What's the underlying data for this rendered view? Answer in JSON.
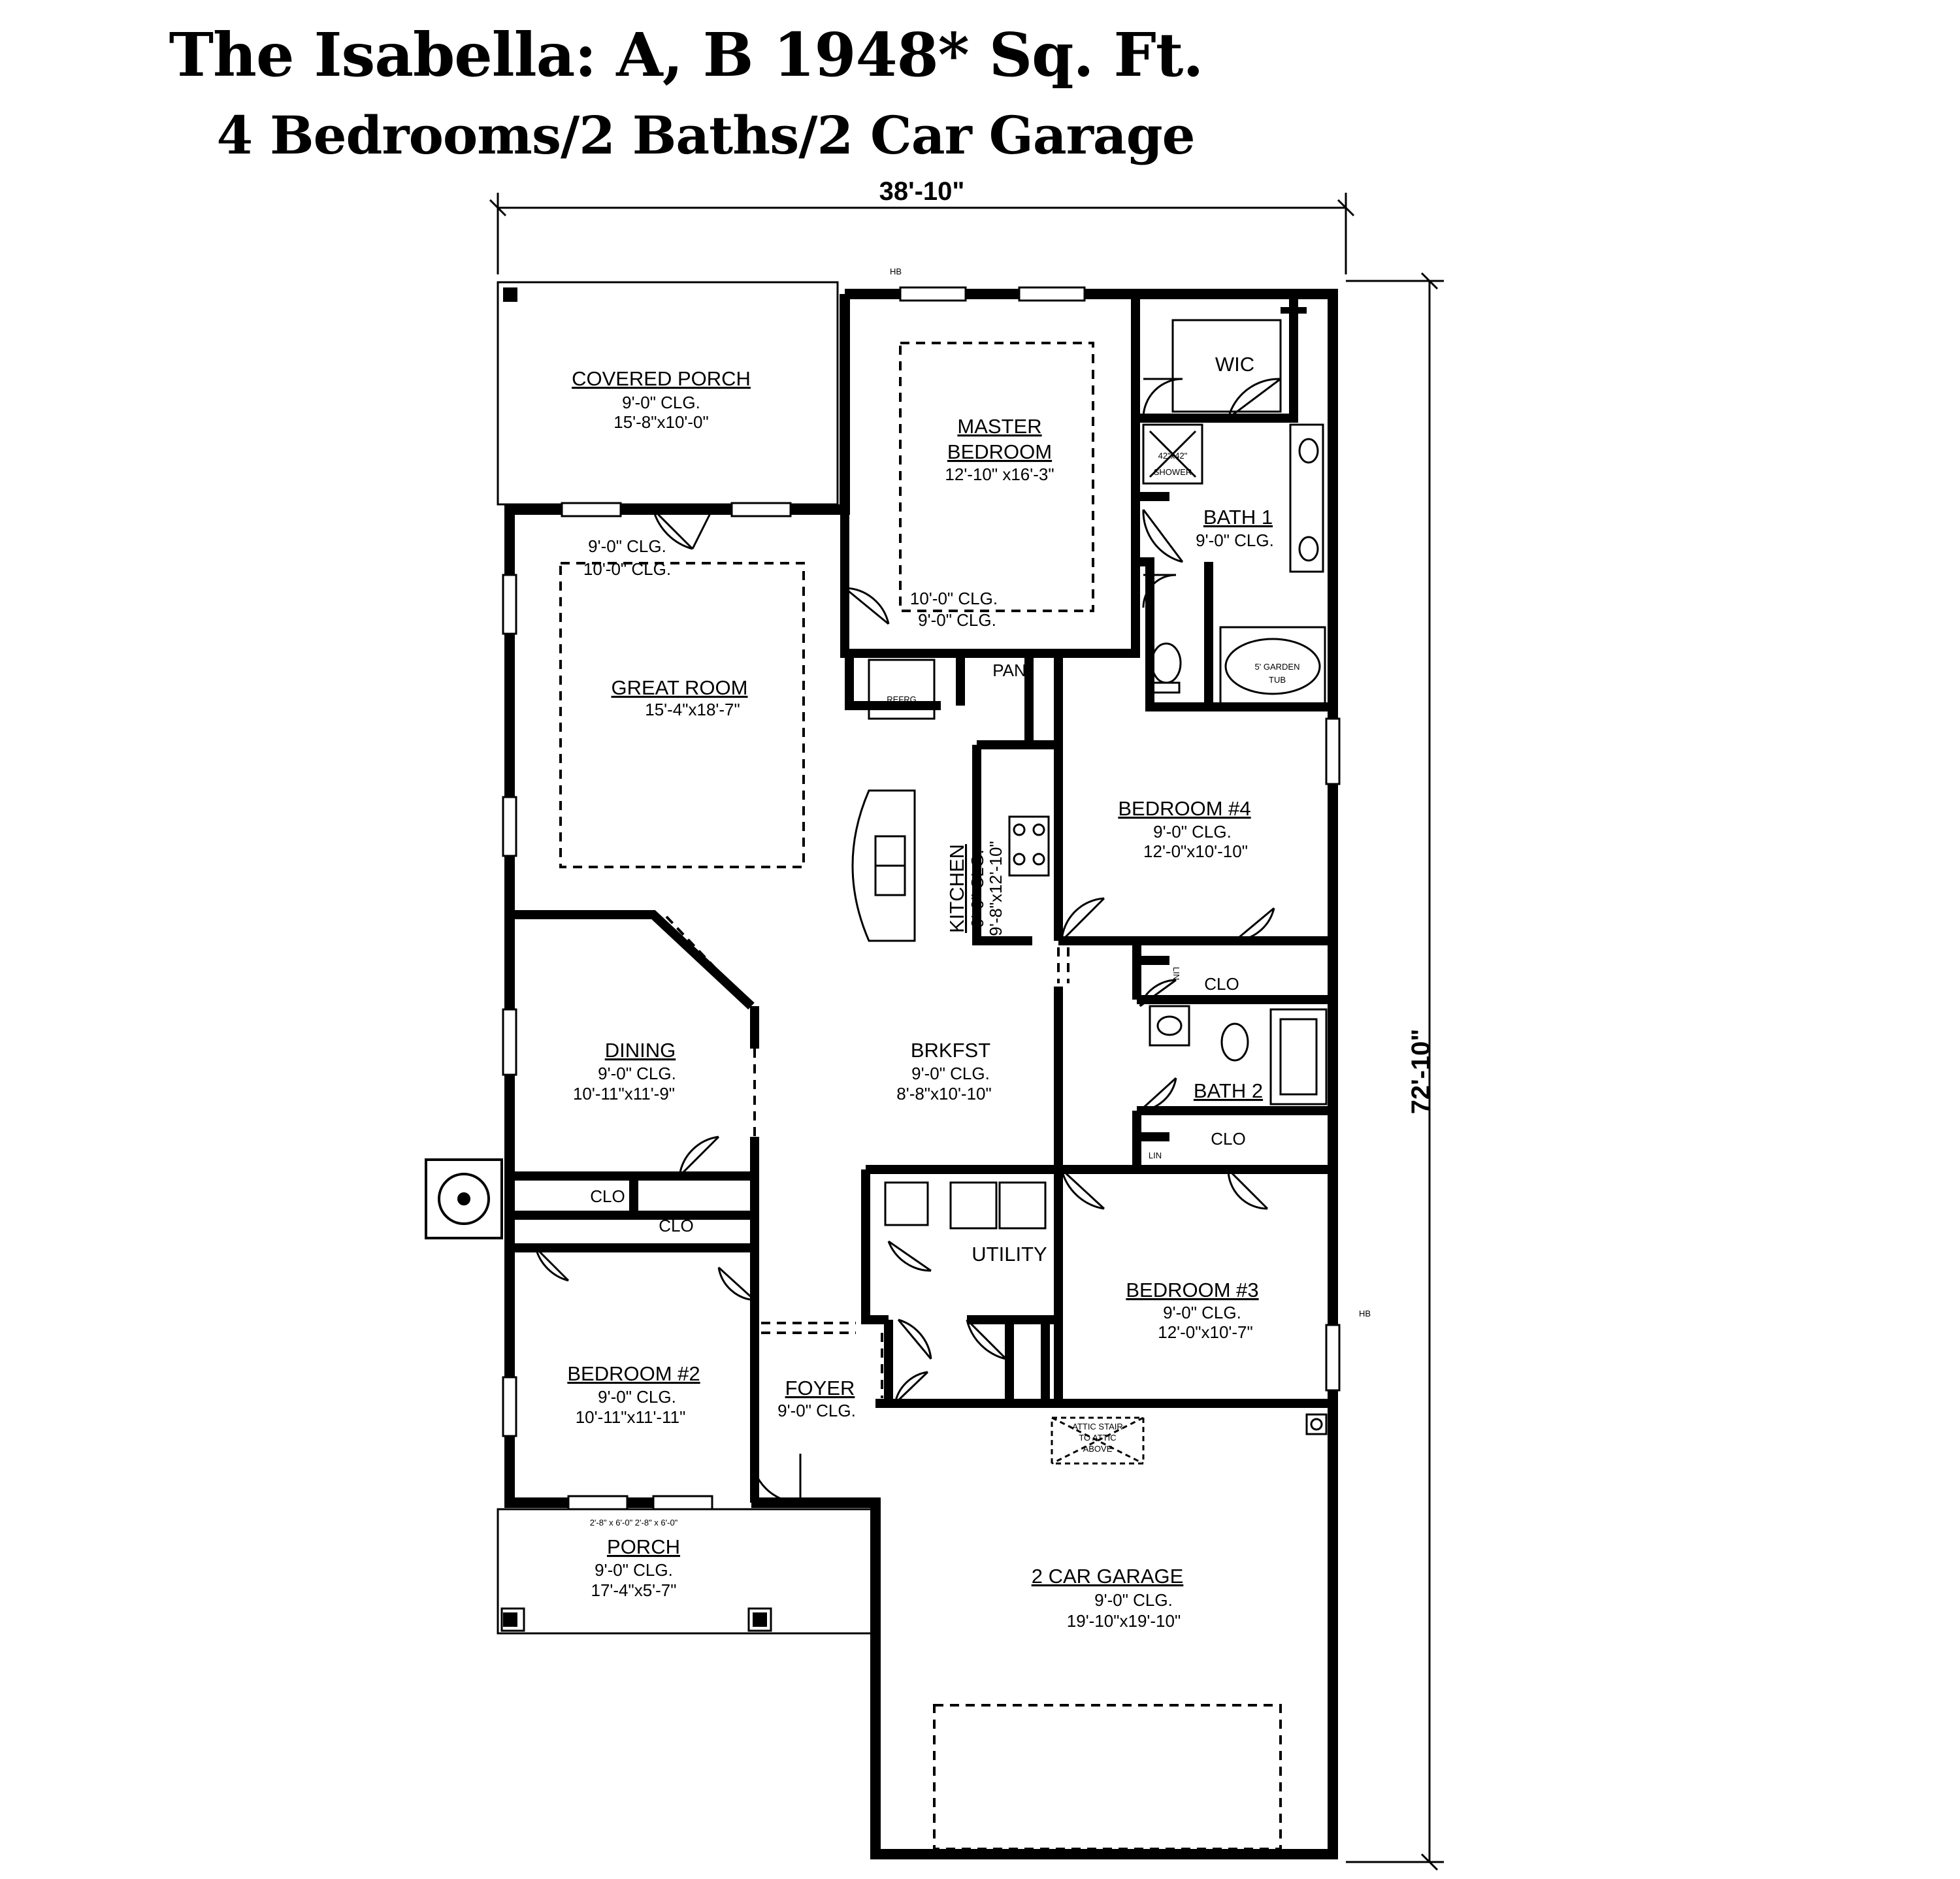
{
  "header": {
    "title": "The Isabella: A, B 1948* Sq. Ft.",
    "subtitle": "4 Bedrooms/2 Baths/2 Car Garage"
  },
  "dimensions": {
    "width": "38'-10\"",
    "depth": "72'-10\""
  },
  "rooms": {
    "covered_porch": {
      "name": "COVERED PORCH",
      "ceiling": "9'-0\" CLG.",
      "size": "15'-8\"x10'-0\""
    },
    "master_bedroom": {
      "name1": "MASTER",
      "name2": "BEDROOM",
      "size": "12'-10\" x16'-3\"",
      "ceil_a": "10'-0\" CLG.",
      "ceil_b": "9'-0\" CLG."
    },
    "wic": {
      "name": "WIC"
    },
    "shower": {
      "label": "42\"x42\"",
      "label2": "SHOWER"
    },
    "bath1": {
      "name": "BATH 1",
      "ceiling": "9'-0\" CLG."
    },
    "garden_tub": {
      "label": "5' GARDEN",
      "label2": "TUB"
    },
    "great_room": {
      "name": "GREAT ROOM",
      "size": "15'-4\"x18'-7\"",
      "ceil_a": "9'-0\" CLG.",
      "ceil_b": "10'-0\" CLG."
    },
    "refrig": {
      "label": "REFRG"
    },
    "pantry": {
      "label": "PAN"
    },
    "kitchen": {
      "name": "KITCHEN",
      "ceiling": "9'-0\" CLG.",
      "size": "9'-8\"x12'-10\""
    },
    "bedroom4": {
      "name": "BEDROOM #4",
      "ceiling": "9'-0\" CLG.",
      "size": "12'-0\"x10'-10\""
    },
    "lin": {
      "label": "LIN"
    },
    "clo": {
      "label": "CLO"
    },
    "bath2": {
      "name": "BATH 2"
    },
    "dining": {
      "name": "DINING",
      "ceiling": "9'-0\" CLG.",
      "size": "10'-11\"x11'-9\""
    },
    "brkfst": {
      "name": "BRKFST",
      "ceiling": "9'-0\" CLG.",
      "size": "8'-8\"x10'-10\""
    },
    "utility": {
      "name": "UTILITY"
    },
    "bedroom3": {
      "name": "BEDROOM #3",
      "ceiling": "9'-0\" CLG.",
      "size": "12'-0\"x10'-7\""
    },
    "bedroom2": {
      "name": "BEDROOM #2",
      "ceiling": "9'-0\" CLG.",
      "size": "10'-11\"x11'-11\""
    },
    "foyer": {
      "name": "FOYER",
      "ceiling": "9'-0\" CLG."
    },
    "porch": {
      "name": "PORCH",
      "ceiling": "9'-0\" CLG.",
      "size": "17'-4\"x5'-7\"",
      "windows": "2'-8\" x 6'-0\"  2'-8\" x 6'-0\""
    },
    "garage": {
      "name": "2 CAR GARAGE",
      "ceiling": "9'-0\" CLG.",
      "size": "19'-10\"x19'-10\""
    },
    "attic": {
      "label": "ATTIC STAIR",
      "label2": "TO ATTIC",
      "label3": "ABOVE"
    },
    "hose_bib": {
      "label": "HB"
    }
  }
}
